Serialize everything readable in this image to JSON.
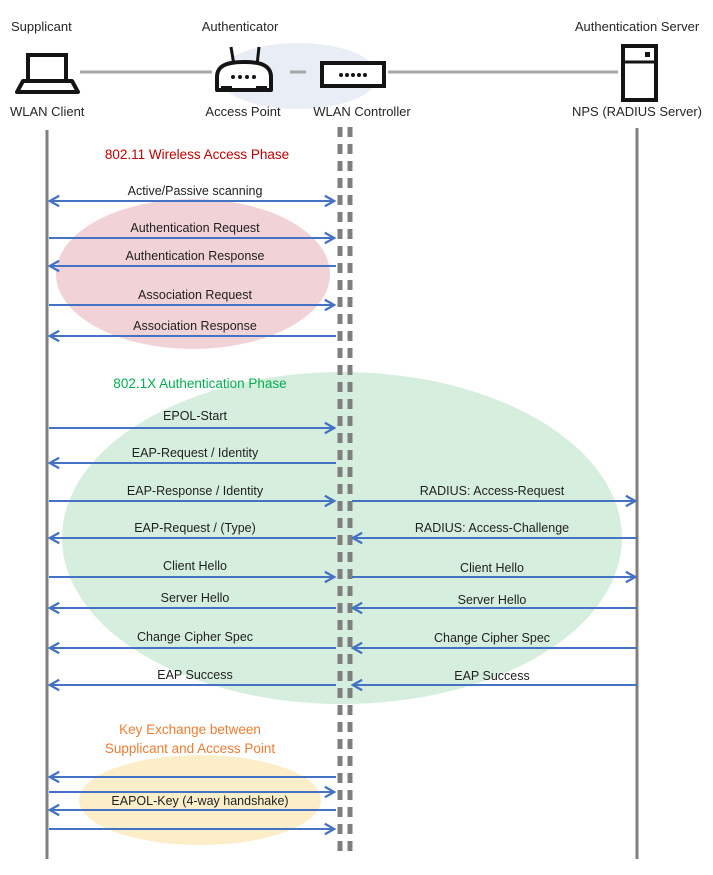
{
  "header": {
    "roles": [
      {
        "label": "Supplicant"
      },
      {
        "label": "Authenticator"
      },
      {
        "label": "Authentication Server"
      }
    ],
    "nodes": [
      {
        "label": "WLAN Client",
        "icon": "laptop-icon"
      },
      {
        "label": "Access Point",
        "icon": "access-point-icon"
      },
      {
        "label": "WLAN Controller",
        "icon": "wlan-controller-icon"
      },
      {
        "label": "NPS (RADIUS Server)",
        "icon": "server-icon"
      }
    ]
  },
  "phases": [
    {
      "id": "wireless-access",
      "title": "802.11 Wireless Access Phase",
      "title_color": "#C00000",
      "ellipse_color": "#F1D2D6"
    },
    {
      "id": "authentication",
      "title": "802.1X Authentication Phase",
      "title_color": "#00B050",
      "ellipse_color": "#D6EEDE"
    },
    {
      "id": "key-exchange",
      "title_line1": "Key Exchange between",
      "title_line2": "Supplicant and Access Point",
      "title_color": "#ED7D31",
      "ellipse_color": "#FCEEC9"
    }
  ],
  "messages": {
    "left": [
      {
        "label": "Active/Passive scanning",
        "direction": "both"
      },
      {
        "label": "Authentication Request",
        "direction": "right"
      },
      {
        "label": "Authentication Response",
        "direction": "left"
      },
      {
        "label": "Association Request",
        "direction": "right"
      },
      {
        "label": "Association Response",
        "direction": "left"
      },
      {
        "label": "EPOL-Start",
        "direction": "right"
      },
      {
        "label": "EAP-Request / Identity",
        "direction": "left"
      },
      {
        "label": "EAP-Response / Identity",
        "direction": "right"
      },
      {
        "label": "EAP-Request / (Type)",
        "direction": "left"
      },
      {
        "label": "Client Hello",
        "direction": "right"
      },
      {
        "label": "Server Hello",
        "direction": "left"
      },
      {
        "label": "Change Cipher Spec",
        "direction": "left"
      },
      {
        "label": "EAP Success",
        "direction": "left"
      },
      {
        "label": "EAPOL-Key (4-way handshake)",
        "direction": "left"
      }
    ],
    "right": [
      {
        "label": "RADIUS: Access-Request",
        "direction": "right"
      },
      {
        "label": "RADIUS: Access-Challenge",
        "direction": "left"
      },
      {
        "label": "Client Hello",
        "direction": "right"
      },
      {
        "label": "Server Hello",
        "direction": "left"
      },
      {
        "label": "Change Cipher Spec",
        "direction": "left"
      },
      {
        "label": "EAP Success",
        "direction": "left"
      }
    ]
  },
  "colors": {
    "arrow": "#4472C4",
    "lifeline": "#7F7F7F",
    "connector": "#A6A6A6",
    "authenticator_ellipse": "#E9EDF6"
  }
}
